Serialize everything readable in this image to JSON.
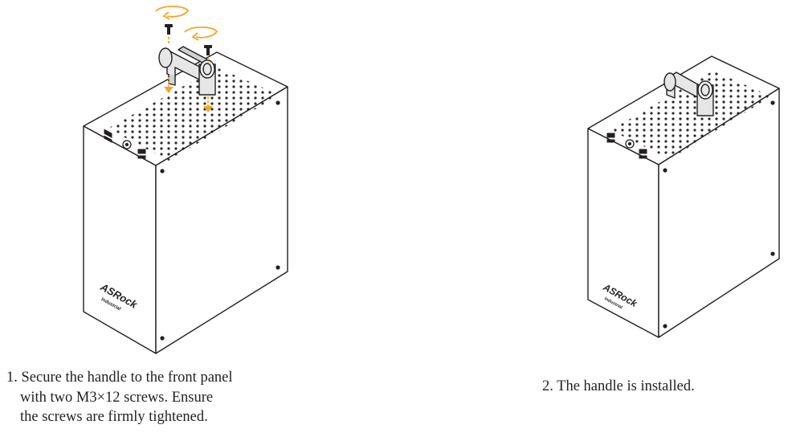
{
  "steps": [
    {
      "line1": "1. Secure the handle to the front panel",
      "line2": "with two M3×12 screws. Ensure",
      "line3": "the screws are firmly tightened."
    },
    {
      "line1": "2. The handle is installed."
    }
  ],
  "brand_logo_text": "ASRock",
  "brand_sub_text": "Industrial",
  "colors": {
    "arrow": "#f5a623",
    "outline": "#231f20",
    "handle": "#e6e6e6"
  },
  "icons": [
    "rotate-arrow-icon",
    "screw-icon",
    "down-arrow-icon"
  ]
}
